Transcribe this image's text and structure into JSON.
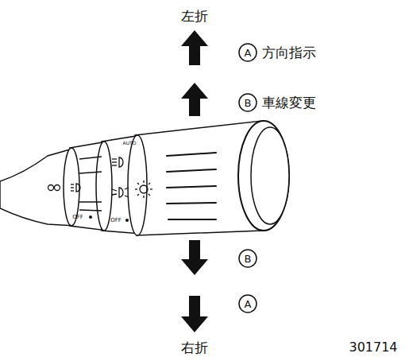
{
  "diagram": {
    "labels": [
      "左折",
      "A",
      "方向指示",
      "B",
      "車線変更",
      "B",
      "A",
      "右折",
      "301714",
      "AUTO",
      "OFF",
      "OFF"
    ]
  }
}
